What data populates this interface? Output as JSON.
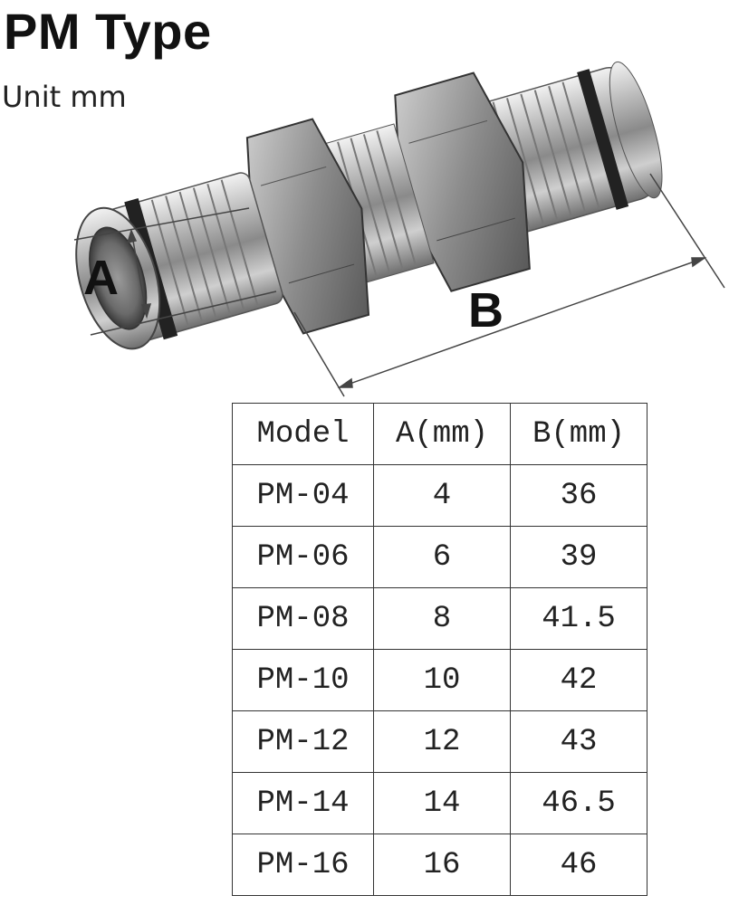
{
  "title": "PM Type",
  "subtitle": "Unit mm",
  "diagram": {
    "label_a": "A",
    "label_b": "B"
  },
  "table": {
    "headers": [
      "Model",
      "A(mm)",
      "B(mm)"
    ],
    "rows": [
      [
        "PM-04",
        "4",
        "36"
      ],
      [
        "PM-06",
        "6",
        "39"
      ],
      [
        "PM-08",
        "8",
        "41.5"
      ],
      [
        "PM-10",
        "10",
        "42"
      ],
      [
        "PM-12",
        "12",
        "43"
      ],
      [
        "PM-14",
        "14",
        "46.5"
      ],
      [
        "PM-16",
        "16",
        "46"
      ]
    ]
  }
}
